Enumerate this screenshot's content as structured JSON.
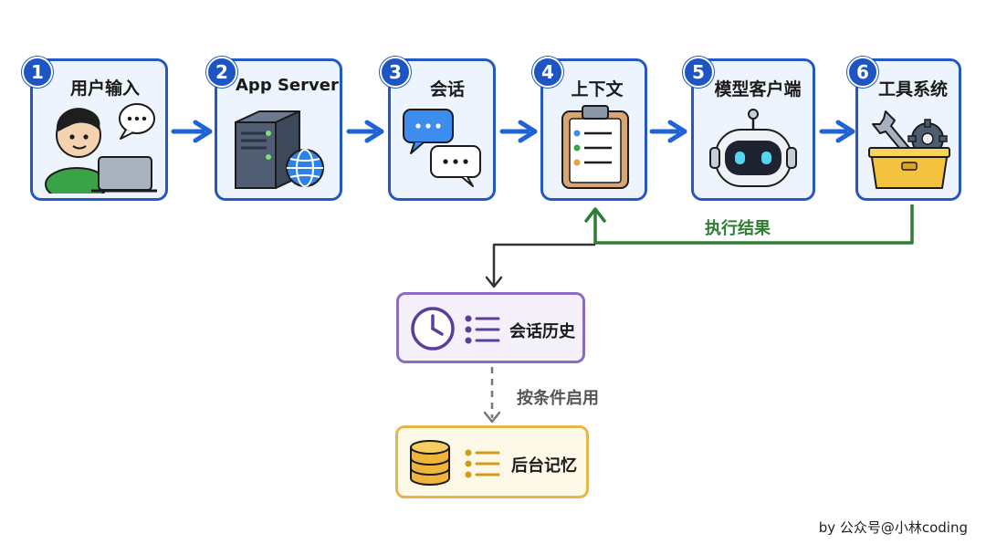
{
  "steps": [
    {
      "number": "1",
      "title": "用户输入",
      "icon": "person-laptop-icon"
    },
    {
      "number": "2",
      "title": "App Server",
      "icon": "server-globe-icon"
    },
    {
      "number": "3",
      "title": "会话",
      "icon": "chat-bubbles-icon"
    },
    {
      "number": "4",
      "title": "上下文",
      "icon": "clipboard-icon"
    },
    {
      "number": "5",
      "title": "模型客户端",
      "icon": "robot-icon"
    },
    {
      "number": "6",
      "title": "工具系统",
      "icon": "toolbox-icon"
    }
  ],
  "feedback": {
    "label": "执行结果"
  },
  "history": {
    "label": "会话历史",
    "icon": "clock-icon"
  },
  "condition": {
    "label": "按条件启用"
  },
  "memory": {
    "label": "后台记忆",
    "icon": "database-icon"
  },
  "credit": "by 公众号@小林coding",
  "colors": {
    "step_border": "#2358c4",
    "arrow_blue": "#1f63d6",
    "feedback_green": "#2e7d32",
    "history_border": "#8c6bc6",
    "memory_border": "#e3b74c"
  }
}
